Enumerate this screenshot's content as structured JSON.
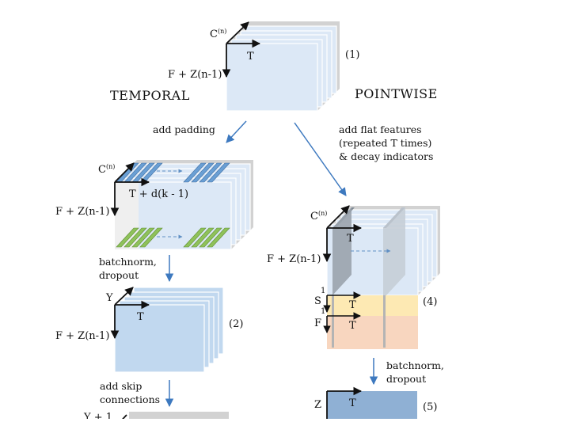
{
  "sections": {
    "temporal": "TEMPORAL",
    "pointwise": "POINTWISE"
  },
  "top_block": {
    "c_axis": "C",
    "c_sup": "(n)",
    "t_axis": "T",
    "f_axis": "F + Z(n-1)",
    "number": "(1)"
  },
  "temporal": {
    "step_padding": "add padding",
    "padded": {
      "c_axis": "C",
      "c_sup": "(n)",
      "t_axis": "T + d(k - 1)",
      "f_axis": "F + Z(n-1)"
    },
    "step_batchnorm": [
      "batchnorm,",
      "dropout"
    ],
    "block2": {
      "y_axis": "Y",
      "t_axis": "T",
      "f_axis": "F + Z(n-1)",
      "number": "(2)"
    },
    "step_skip": [
      "add skip",
      "connections"
    ],
    "block3": {
      "y_axis": "Y + 1"
    }
  },
  "pointwise": {
    "step_flat": [
      "add flat features",
      "(repeated T times)",
      "& decay indicators"
    ],
    "block4": {
      "c_axis": "C",
      "c_sup": "(n)",
      "t_axis": "T",
      "f_axis": "F + Z(n-1)",
      "s_axis": "S",
      "s_t": "T",
      "f2_axis": "F",
      "f2_t": "T",
      "one_a": "1",
      "one_b": "1",
      "number": "(4)"
    },
    "step_batchnorm": [
      "batchnorm,",
      "dropout"
    ],
    "block5": {
      "z_axis": "Z",
      "t_axis": "T",
      "number": "(5)"
    }
  },
  "colors": {
    "light_blue": "#dce8f6",
    "mid_blue": "#c1d8ef",
    "dark_blue": "#8fb0d4",
    "grey_shadow": "#d0d0d0",
    "slab_grey": "#9aa3ad",
    "pad_green": "#8fc25a",
    "pad_blue": "#6a9fd4",
    "yellow_band": "#fde9b3",
    "orange_band": "#f8d6bf",
    "arrow": "#3d79bf"
  }
}
